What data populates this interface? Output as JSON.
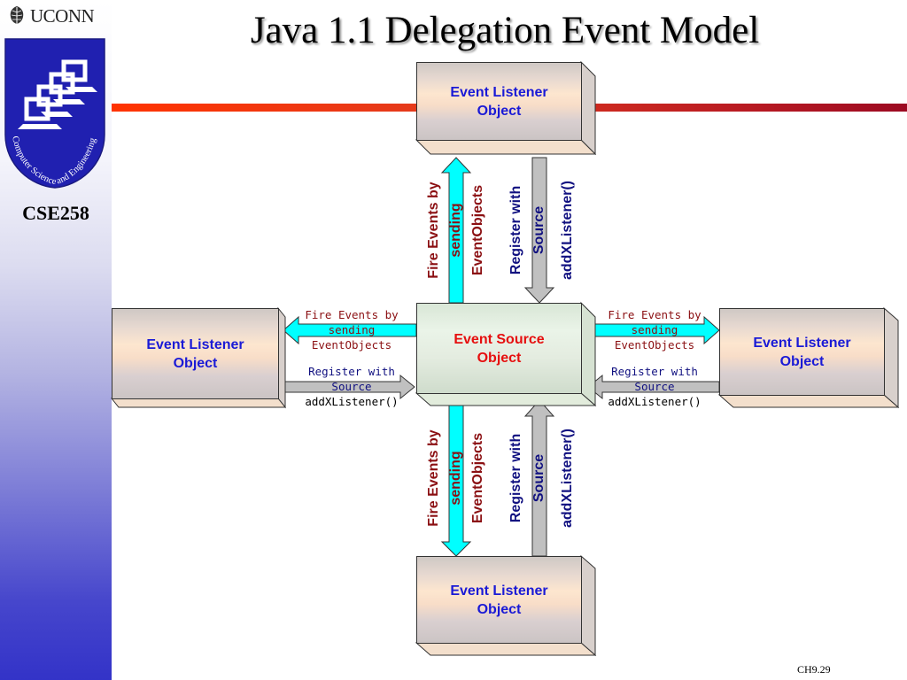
{
  "slide": {
    "title": "Java 1.1 Delegation Event Model",
    "course": "CSE258",
    "footer": "CH9.29"
  },
  "branding": {
    "university": "UCONN",
    "department": "Computer Science and Engineering",
    "colors": {
      "rule_start": "#ff3300",
      "rule_end": "#9c0a22",
      "shield": "#2020b0",
      "sidebar_bottom": "#3333c8"
    }
  },
  "diagram": {
    "source": {
      "line1": "Event Source",
      "line2": "Object"
    },
    "listeners": [
      {
        "id": "top",
        "line1": "Event Listener",
        "line2": "Object"
      },
      {
        "id": "left",
        "line1": "Event Listener",
        "line2": "Object"
      },
      {
        "id": "right",
        "line1": "Event Listener",
        "line2": "Object"
      },
      {
        "id": "bottom",
        "line1": "Event Listener",
        "line2": "Object"
      }
    ],
    "fire_label": {
      "line1": "Fire Events by",
      "line2": "sending",
      "line3": "EventObjects"
    },
    "register_label": {
      "line1": "Register with",
      "line2": "Source",
      "line3": "addXListener()"
    },
    "colors": {
      "fire_arrow": "#00ffff",
      "register_arrow": "#c0c0c0",
      "listener_text": "#1a1ad6",
      "source_text": "#e60f0f",
      "fire_text": "#8b0f12",
      "register_text": "#101080"
    }
  }
}
